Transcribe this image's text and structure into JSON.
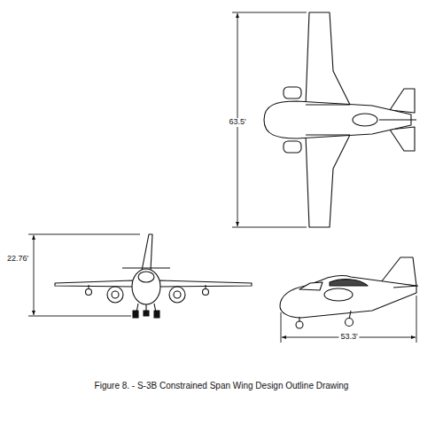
{
  "diagram": {
    "caption": "Figure 8. - S-3B Constrained Span Wing Design Outline Drawing",
    "labels": [
      "63.5'",
      "22.76'",
      "53.3'"
    ]
  }
}
